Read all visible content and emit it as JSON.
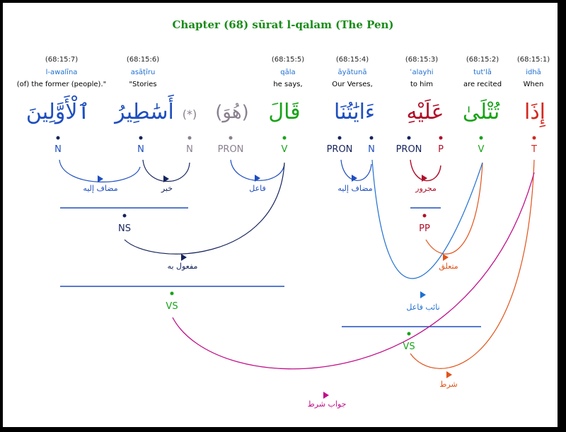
{
  "title": "Chapter (68) sūrat l-qalam (The Pen)",
  "colors": {
    "blue": "#1f4fbf",
    "navy": "#16245c",
    "green": "#19a319",
    "gray": "#8a7f8f",
    "crimson": "#b0102a",
    "red": "#d4281e",
    "orange": "#e0531a",
    "magenta": "#c0108a"
  },
  "words": [
    {
      "ref": "(68:15:7)",
      "translit": "l-awalīna",
      "gloss": "(of) the former (people).\"",
      "arabic": "ٱلْأَوَّلِينَ"
    },
    {
      "ref": "(68:15:6)",
      "translit": "asāṭīru",
      "gloss": "\"Stories",
      "arabic": "أَسَٰطِيرُ"
    },
    {
      "ref": "",
      "translit": "",
      "gloss": "",
      "arabic": "(*)"
    },
    {
      "ref": "",
      "translit": "",
      "gloss": "",
      "arabic": "(هُوَ)"
    },
    {
      "ref": "(68:15:5)",
      "translit": "qāla",
      "gloss": "he says,",
      "arabic": "قَالَ"
    },
    {
      "ref": "(68:15:4)",
      "translit": "āyātunā",
      "gloss": "Our Verses,",
      "arabic": "ءَايَٰتُنَا"
    },
    {
      "ref": "(68:15:3)",
      "translit": "ʿalayhi",
      "gloss": "to him",
      "arabic": "عَلَيْهِ"
    },
    {
      "ref": "(68:15:2)",
      "translit": "tut'lā",
      "gloss": "are recited",
      "arabic": "تُتْلَىٰ"
    },
    {
      "ref": "(68:15:1)",
      "translit": "idhā",
      "gloss": "When",
      "arabic": "إِذَا"
    }
  ],
  "tags": [
    "N",
    "N",
    "N",
    "PRON",
    "V",
    "PRON",
    "N",
    "PRON",
    "P",
    "V",
    "T"
  ],
  "phrases": [
    "NS",
    "PP",
    "VS",
    "VS"
  ],
  "relations": {
    "idafa_1": "مضاف إليه",
    "khabar": "خبر",
    "fail": "فاعل",
    "idafa_2": "مضاف إليه",
    "majrur": "مجرور",
    "mafool": "مفعول به",
    "mutaalliq": "متعلق",
    "naib_fail": "نائب فاعل",
    "shart": "شرط",
    "jawab_shart": "جواب شرط"
  }
}
